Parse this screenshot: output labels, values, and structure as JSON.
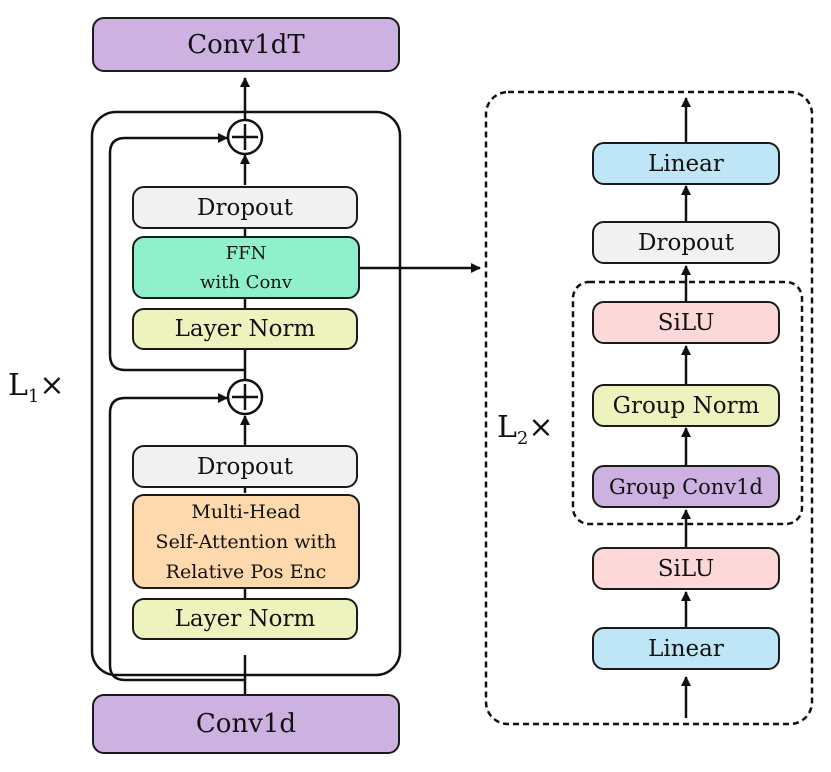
{
  "left": {
    "conv1dT": "Conv1dT",
    "conv1d": "Conv1d",
    "repeat_label": "L",
    "repeat_sub": "1",
    "repeat_times": "×",
    "ffn_block": {
      "dropout": "Dropout",
      "ffn": "FFN\nwith Conv",
      "layer_norm": "Layer Norm"
    },
    "attn_block": {
      "dropout": "Dropout",
      "attention": "Multi-Head\nSelf-Attention with\nRelative Pos Enc",
      "layer_norm": "Layer Norm"
    }
  },
  "right": {
    "linear_top": "Linear",
    "dropout": "Dropout",
    "silu_inner": "SiLU",
    "group_norm": "Group Norm",
    "group_conv": "Group Conv1d",
    "silu_bottom": "SiLU",
    "linear_bottom": "Linear",
    "repeat_label": "L",
    "repeat_sub": "2",
    "repeat_times": "×"
  },
  "colors": {
    "conv": "#cdb1e0",
    "dropout": "#f1f1f1",
    "ffn": "#8ff0cc",
    "norm": "#eef2bd",
    "attention": "#fdd9ad",
    "silu": "#fcd8d8",
    "linear": "#bfe6f6"
  }
}
